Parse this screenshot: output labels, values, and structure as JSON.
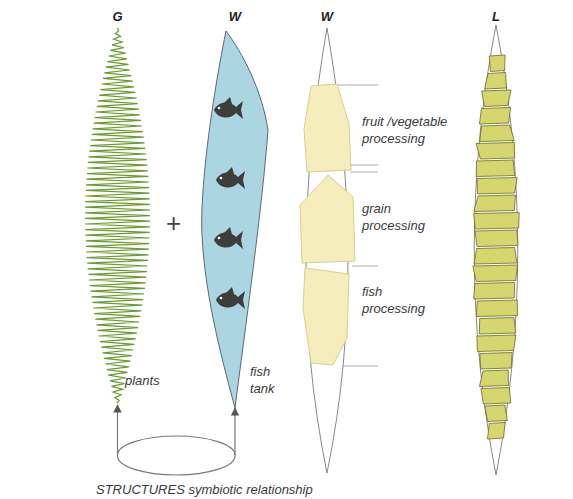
{
  "diagram": {
    "caption": "STRUCTURES symbiotic relationship",
    "nodes": [
      {
        "text": [
          "G",
          "plants"
        ]
      },
      {
        "text": [
          "W",
          "fish tank"
        ]
      },
      {
        "text": [
          "W"
        ]
      },
      {
        "text": [
          "fruit /vegetable processing"
        ],
        "in": 2
      },
      {
        "text": [
          "grain processing"
        ],
        "in": 2
      },
      {
        "text": [
          "fish processing"
        ],
        "in": 2
      },
      {
        "text": [
          "L"
        ]
      }
    ],
    "edges": [
      {
        "from": 0,
        "to": 1,
        "arrow": "both"
      }
    ],
    "labels": [
      "+"
    ]
  }
}
